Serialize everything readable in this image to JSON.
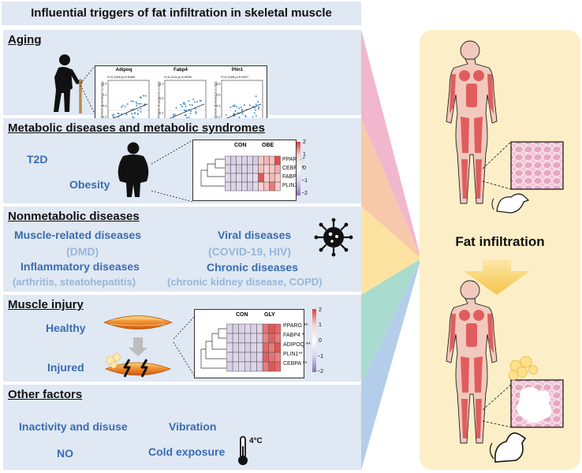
{
  "title": "Influential triggers of fat infiltration in skeletal muscle",
  "aging": {
    "heading": "Aging",
    "plots": [
      {
        "name": "Adipoq",
        "stat": "r²=0.1160 p=0.0089",
        "ylabel": "Protein Abundance (Log2)",
        "yticks": [
          "0.4",
          "0.2",
          "0.0",
          "-0.2",
          "-0.4"
        ],
        "xticks": [
          "20",
          "40",
          "60",
          "80",
          "100"
        ]
      },
      {
        "name": "Fabp4",
        "stat": "r²=0.1141 p=0.0095",
        "ylabel": "Protein Abundance (Log2)",
        "yticks": [
          "0.2",
          "0.0",
          "-0.2",
          "-0.4"
        ],
        "xticks": [
          "20",
          "40",
          "60",
          "80",
          "100"
        ]
      },
      {
        "name": "Plin1",
        "stat": "r²=0.1928 p=0.0017",
        "ylabel": "Protein Abundance (Log2)",
        "yticks": [
          "0.8",
          "0.6",
          "0.4",
          "0.2",
          "0.0"
        ],
        "xticks": [
          "20",
          "40",
          "60",
          "80",
          "100"
        ]
      }
    ]
  },
  "metabolic": {
    "heading": "Metabolic diseases and metabolic syndromes",
    "t2d": "T2D",
    "obesity": "Obesity",
    "heatmap": {
      "groups": [
        "CON",
        "OBE"
      ],
      "genes": [
        "PPARG *",
        "CEBPA *",
        "FABP4",
        "PLIN1"
      ],
      "scale": [
        "2",
        "1",
        "0",
        "−1",
        "−2"
      ],
      "values": [
        [
          -0.6,
          -0.8,
          -0.5,
          -0.7,
          -0.6,
          -0.9,
          0.4,
          0.6,
          0.5,
          1.8
        ],
        [
          -0.7,
          -0.5,
          -0.8,
          -0.6,
          -0.7,
          -0.6,
          0.5,
          0.3,
          0.4,
          0.7
        ],
        [
          -0.5,
          -0.6,
          -0.4,
          -0.7,
          -0.5,
          -0.4,
          1.7,
          0.3,
          0.6,
          0.4
        ],
        [
          -0.6,
          -0.7,
          -0.5,
          -0.6,
          -0.8,
          -0.5,
          0.3,
          0.5,
          1.3,
          0.4
        ]
      ]
    }
  },
  "nonmetabolic": {
    "heading": "Nonmetabolic diseases",
    "muscle": "Muscle-related diseases",
    "dmd": "(DMD)",
    "inflammatory": "Inflammatory diseases",
    "arthritis": "(arthritis, steatohepatitis)",
    "viral": "Viral diseases",
    "covid": "(COVID-19, HIV)",
    "chronic": "Chronic diseases",
    "ckd": "(chronic kidney disease, COPD)"
  },
  "injury": {
    "heading": "Muscle injury",
    "healthy": "Healthy",
    "injured": "Injured",
    "heatmap": {
      "groups": [
        "CON",
        "GLY"
      ],
      "genes": [
        "PPARG **",
        "FABP4 *",
        "ADIPOQ **",
        "PLIN1**",
        "CEBPA **"
      ],
      "scale": [
        "2",
        "1",
        "0",
        "−1",
        "−2"
      ],
      "values": [
        [
          -0.6,
          -0.8,
          -0.7,
          -0.5,
          -0.7,
          -0.6,
          1.4,
          1.7,
          1.5
        ],
        [
          -0.7,
          -0.6,
          -0.8,
          -0.6,
          -0.5,
          -0.7,
          1.2,
          1.6,
          1.3
        ],
        [
          -0.5,
          -0.7,
          -0.6,
          -0.8,
          -0.6,
          -0.5,
          1.5,
          1.3,
          1.7
        ],
        [
          -0.6,
          -0.5,
          -0.7,
          -0.6,
          -0.8,
          -0.6,
          1.6,
          1.4,
          1.2
        ],
        [
          -0.8,
          -0.6,
          -0.5,
          -0.7,
          -0.6,
          -0.8,
          1.3,
          1.7,
          1.5
        ]
      ]
    }
  },
  "other": {
    "heading": "Other factors",
    "inactivity": "Inactivity and disuse",
    "vibration": "Vibration",
    "no": "NO",
    "cold": "Cold exposure",
    "temp": "4°C"
  },
  "result": {
    "label": "Fat infiltration"
  },
  "colors": {
    "panel": "#dfe8f3",
    "accent_text": "#3a6cb0",
    "light_text": "#98b6d8",
    "right_panel": "#fcefc8",
    "muscle": "#e05d5d",
    "heat_high": "#e03b3b",
    "heat_low": "#c9bcdc",
    "fan": [
      "#f1b7cd",
      "#f7c9aa",
      "#fde3a1",
      "#a9dccf",
      "#b4cdea"
    ]
  }
}
